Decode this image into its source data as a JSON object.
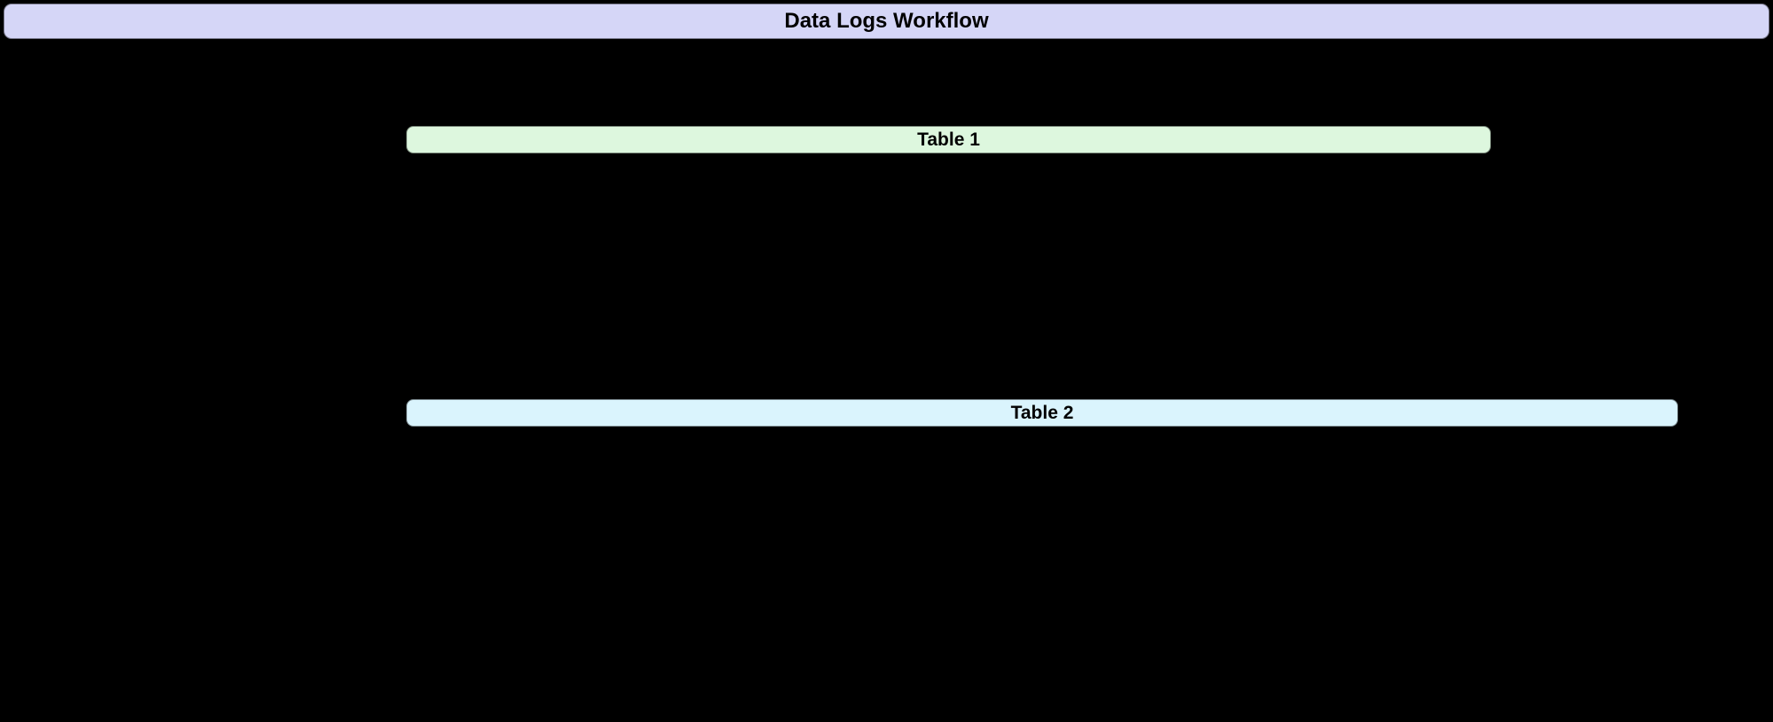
{
  "diagram": {
    "title": "Data Logs Workflow",
    "title_bar": {
      "label": "Data Logs Workflow",
      "fill": "#d5d6f7"
    },
    "nodes": [
      {
        "id": "table1",
        "label": "Table 1",
        "fill": "#ddf7de"
      },
      {
        "id": "table2",
        "label": "Table 2",
        "fill": "#daf4fd"
      }
    ],
    "colors": {
      "background": "#000000",
      "text": "#000000",
      "title_fill": "#d5d6f7",
      "table1_fill": "#ddf7de",
      "table2_fill": "#daf4fd"
    }
  }
}
